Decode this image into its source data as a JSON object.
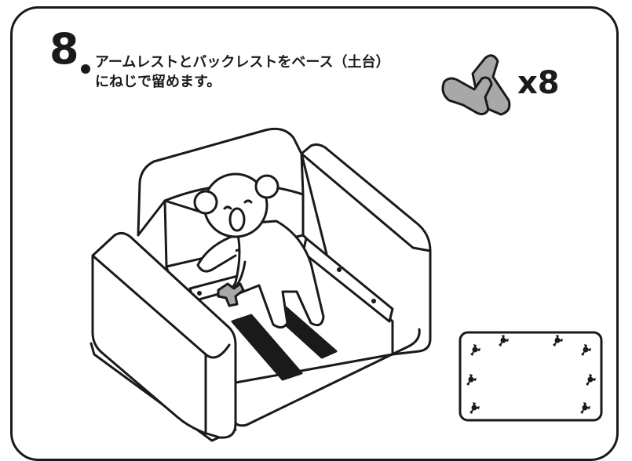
{
  "step": {
    "number": "8",
    "instruction_line1": "アームレストとバックレストをベース（土台）",
    "instruction_line2": "にねじで留めます。"
  },
  "parts": {
    "icon": "three-arm-screw-knob-icon",
    "quantity": "x8"
  },
  "colors": {
    "outline": "#1a1a1a",
    "part_fill": "#a8a8a8",
    "background": "#ffffff"
  }
}
